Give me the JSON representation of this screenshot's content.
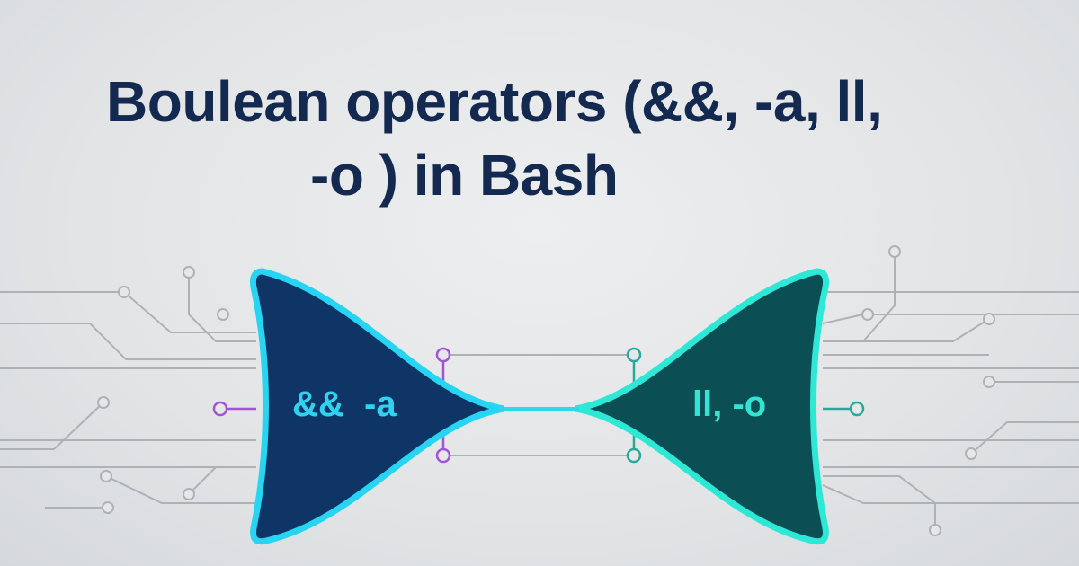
{
  "title": {
    "line1": "Boulean operators (&&, -a, ll,",
    "line2": "-o ) in Bash"
  },
  "left_gate": {
    "label": "&&  -a",
    "fill": "#0f3566",
    "stroke": "#27d4f2"
  },
  "right_gate": {
    "label": "ll, -o",
    "fill": "#0b4f55",
    "stroke": "#2ee8d6"
  },
  "colors": {
    "purple": "#a054d6",
    "teal": "#2aa89a",
    "line": "#a9adb2"
  }
}
